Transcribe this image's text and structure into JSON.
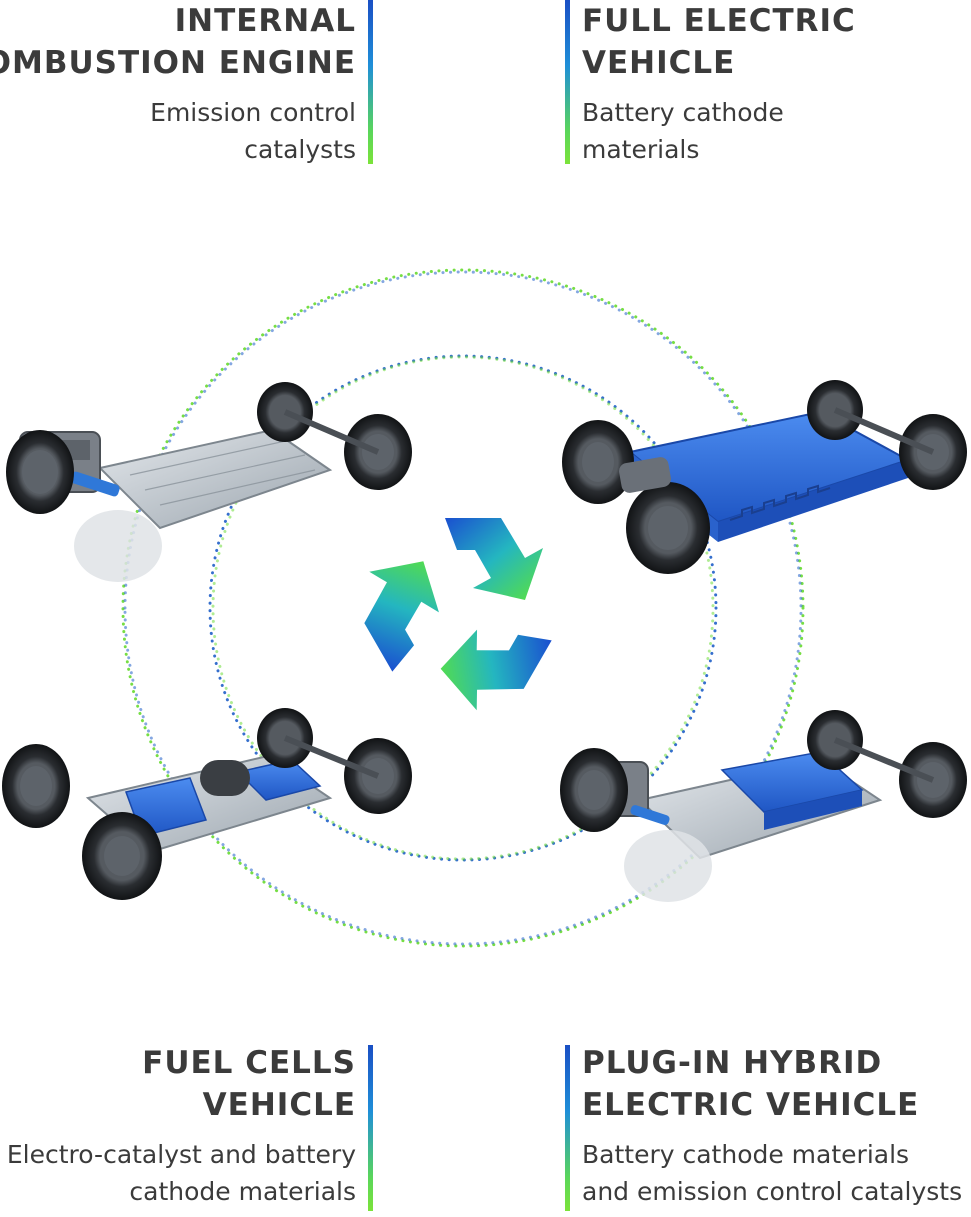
{
  "blocks": {
    "ice": {
      "title_lines": [
        "INTERNAL",
        "COMBUSTION ENGINE"
      ],
      "desc_lines": [
        "Emission control",
        "catalysts"
      ]
    },
    "fev": {
      "title_lines": [
        "FULL ELECTRIC",
        "VEHICLE"
      ],
      "desc_lines": [
        "Battery cathode",
        "materials"
      ]
    },
    "fcv": {
      "title_lines": [
        "FUEL CELLS",
        "VEHICLE"
      ],
      "desc_lines": [
        "Electro-catalyst and battery",
        "cathode materials"
      ]
    },
    "phev": {
      "title_lines": [
        "PLUG-IN HYBRID",
        "ELECTRIC VEHICLE"
      ],
      "desc_lines": [
        "Battery cathode materials",
        "and emission control catalysts"
      ]
    }
  },
  "colors": {
    "text": "#3b3b3b",
    "bar_top": "#1a4fc4",
    "bar_bottom": "#7be33a",
    "battery_blue": "#2f6fd6",
    "dot_green": "#6fdc3a",
    "dot_blue": "#1f5fc8"
  },
  "icons": {
    "center": "recycle-icon",
    "ice": "ice-chassis-icon",
    "fev": "fev-chassis-icon",
    "fcv": "fcv-chassis-icon",
    "phev": "phev-chassis-icon"
  }
}
